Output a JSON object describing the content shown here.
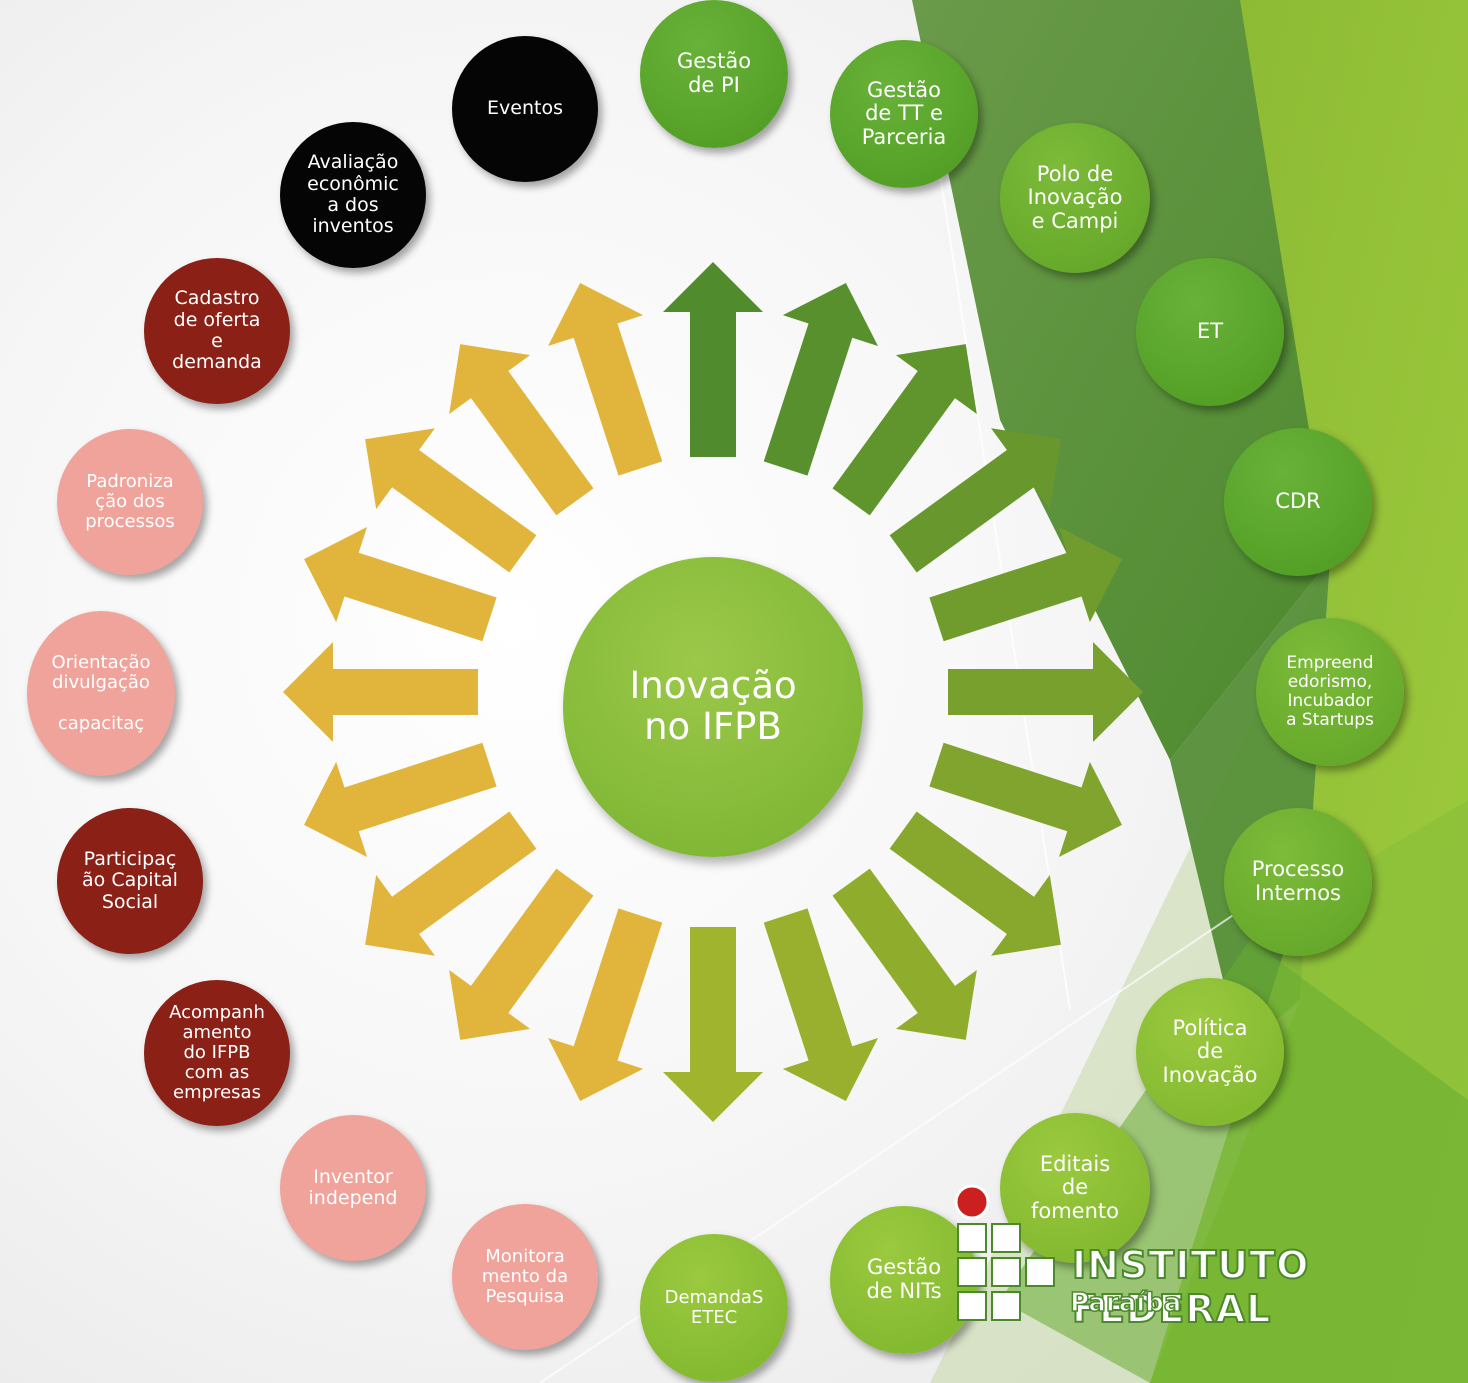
{
  "center": "Inovação\nno IFPB",
  "nodes": {
    "gestao_pi": "Gestão\nde PI",
    "gestao_tt": "Gestão\nde TT e\nParceria",
    "polo": "Polo de\nInovação\ne Campi",
    "et": "ET",
    "cdr": "CDR",
    "empreend": "Empreend\nedorismo,\nIncubador\na Startups",
    "processo": "Processo\nInternos",
    "politica": "Política\nde\nInovação",
    "editais": "Editais\nde\nfomento",
    "gestao_nits": "Gestão\nde NITs",
    "demandas": "DemandaS\nETEC",
    "monitoramento": "Monitora\nmento da\nPesquisa",
    "inventor": "Inventor\nindepend",
    "acompanhamento": "Acompanh\namento\ndo IFPB\ncom as\nempresas",
    "participacao": "Participaç\não Capital\nSocial",
    "orientacao": "Orientação\ndivulgação\n\ncapacitaç",
    "padronizacao": "Padroniza\nção dos\nprocessos",
    "cadastro": "Cadastro\nde oferta\ne\ndemanda",
    "avaliacao": "Avaliação\neconômic\na dos\ninventos",
    "eventos": "Eventos"
  },
  "logo": {
    "title": "INSTITUTO FEDERAL",
    "subtitle": "Paraíba"
  },
  "colors": {
    "green_dark": "#4d9a20",
    "green_mid": "#5fa325",
    "green_light": "#7cb52b",
    "black": "#050505",
    "dark_red": "#8a2016",
    "pink": "#f0a39a",
    "arrow_yellow": "#d9b02a",
    "arrow_lime": "#b5cf2f",
    "logo_red": "#cc1f1f"
  }
}
